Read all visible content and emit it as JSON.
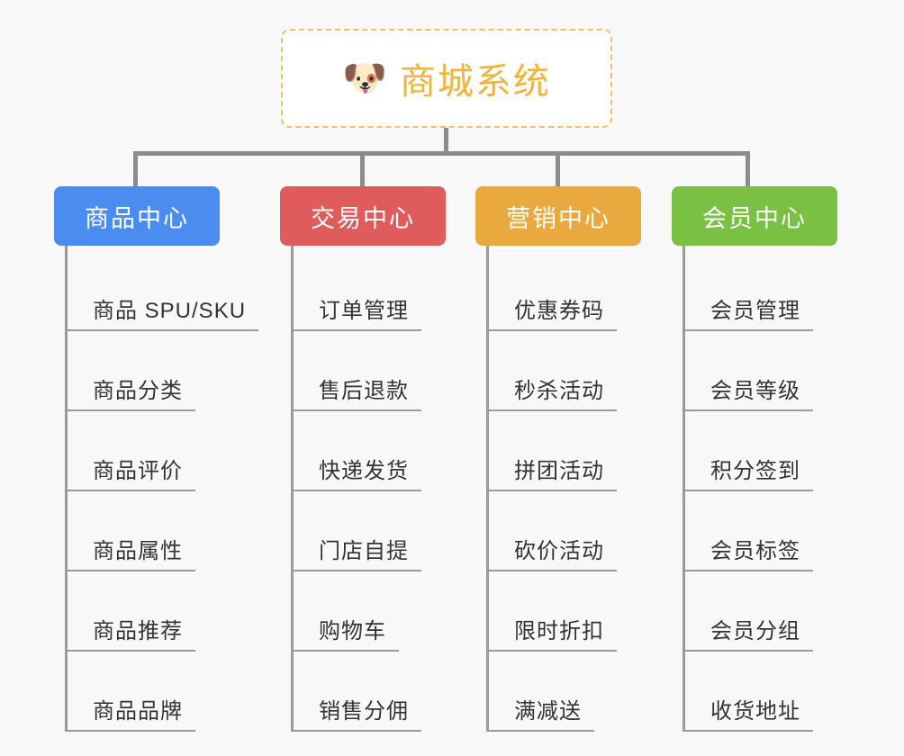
{
  "canvas": {
    "background": "#f8f8f8",
    "line_color": "#8c8c8c"
  },
  "root": {
    "icon": "dog-face-emoji",
    "emoji": "🐶",
    "title": "商城系统",
    "border_color": "#f0c160",
    "text_color": "#f0b43c",
    "background": "#ffffff"
  },
  "branches": [
    {
      "label": "商品中心",
      "color": "#4a8cf0",
      "items": [
        "商品 SPU/SKU",
        "商品分类",
        "商品评价",
        "商品属性",
        "商品推荐",
        "商品品牌"
      ]
    },
    {
      "label": "交易中心",
      "color": "#e05c5c",
      "items": [
        "订单管理",
        "售后退款",
        "快递发货",
        "门店自提",
        "购物车",
        "销售分佣"
      ]
    },
    {
      "label": "营销中心",
      "color": "#eaa93f",
      "items": [
        "优惠券码",
        "秒杀活动",
        "拼团活动",
        "砍价活动",
        "限时折扣",
        "满减送"
      ]
    },
    {
      "label": "会员中心",
      "color": "#7ac143",
      "items": [
        "会员管理",
        "会员等级",
        "积分签到",
        "会员标签",
        "会员分组",
        "收货地址"
      ]
    }
  ]
}
